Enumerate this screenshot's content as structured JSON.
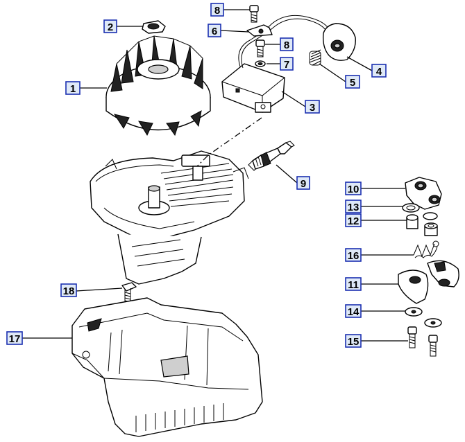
{
  "diagram": {
    "callouts": [
      {
        "id": "1",
        "label": "1"
      },
      {
        "id": "2",
        "label": "2"
      },
      {
        "id": "3",
        "label": "3"
      },
      {
        "id": "4",
        "label": "4"
      },
      {
        "id": "5",
        "label": "5"
      },
      {
        "id": "6",
        "label": "6"
      },
      {
        "id": "7",
        "label": "7"
      },
      {
        "id": "8a",
        "label": "8"
      },
      {
        "id": "8b",
        "label": "8"
      },
      {
        "id": "9",
        "label": "9"
      },
      {
        "id": "10",
        "label": "10"
      },
      {
        "id": "11",
        "label": "11"
      },
      {
        "id": "12",
        "label": "12"
      },
      {
        "id": "13",
        "label": "13"
      },
      {
        "id": "14",
        "label": "14"
      },
      {
        "id": "15",
        "label": "15"
      },
      {
        "id": "16",
        "label": "16"
      },
      {
        "id": "17",
        "label": "17"
      },
      {
        "id": "18",
        "label": "18"
      }
    ],
    "colors": {
      "callout_fill": "#dfe9f7",
      "callout_border": "#1a2fb0",
      "line": "#000000"
    }
  }
}
